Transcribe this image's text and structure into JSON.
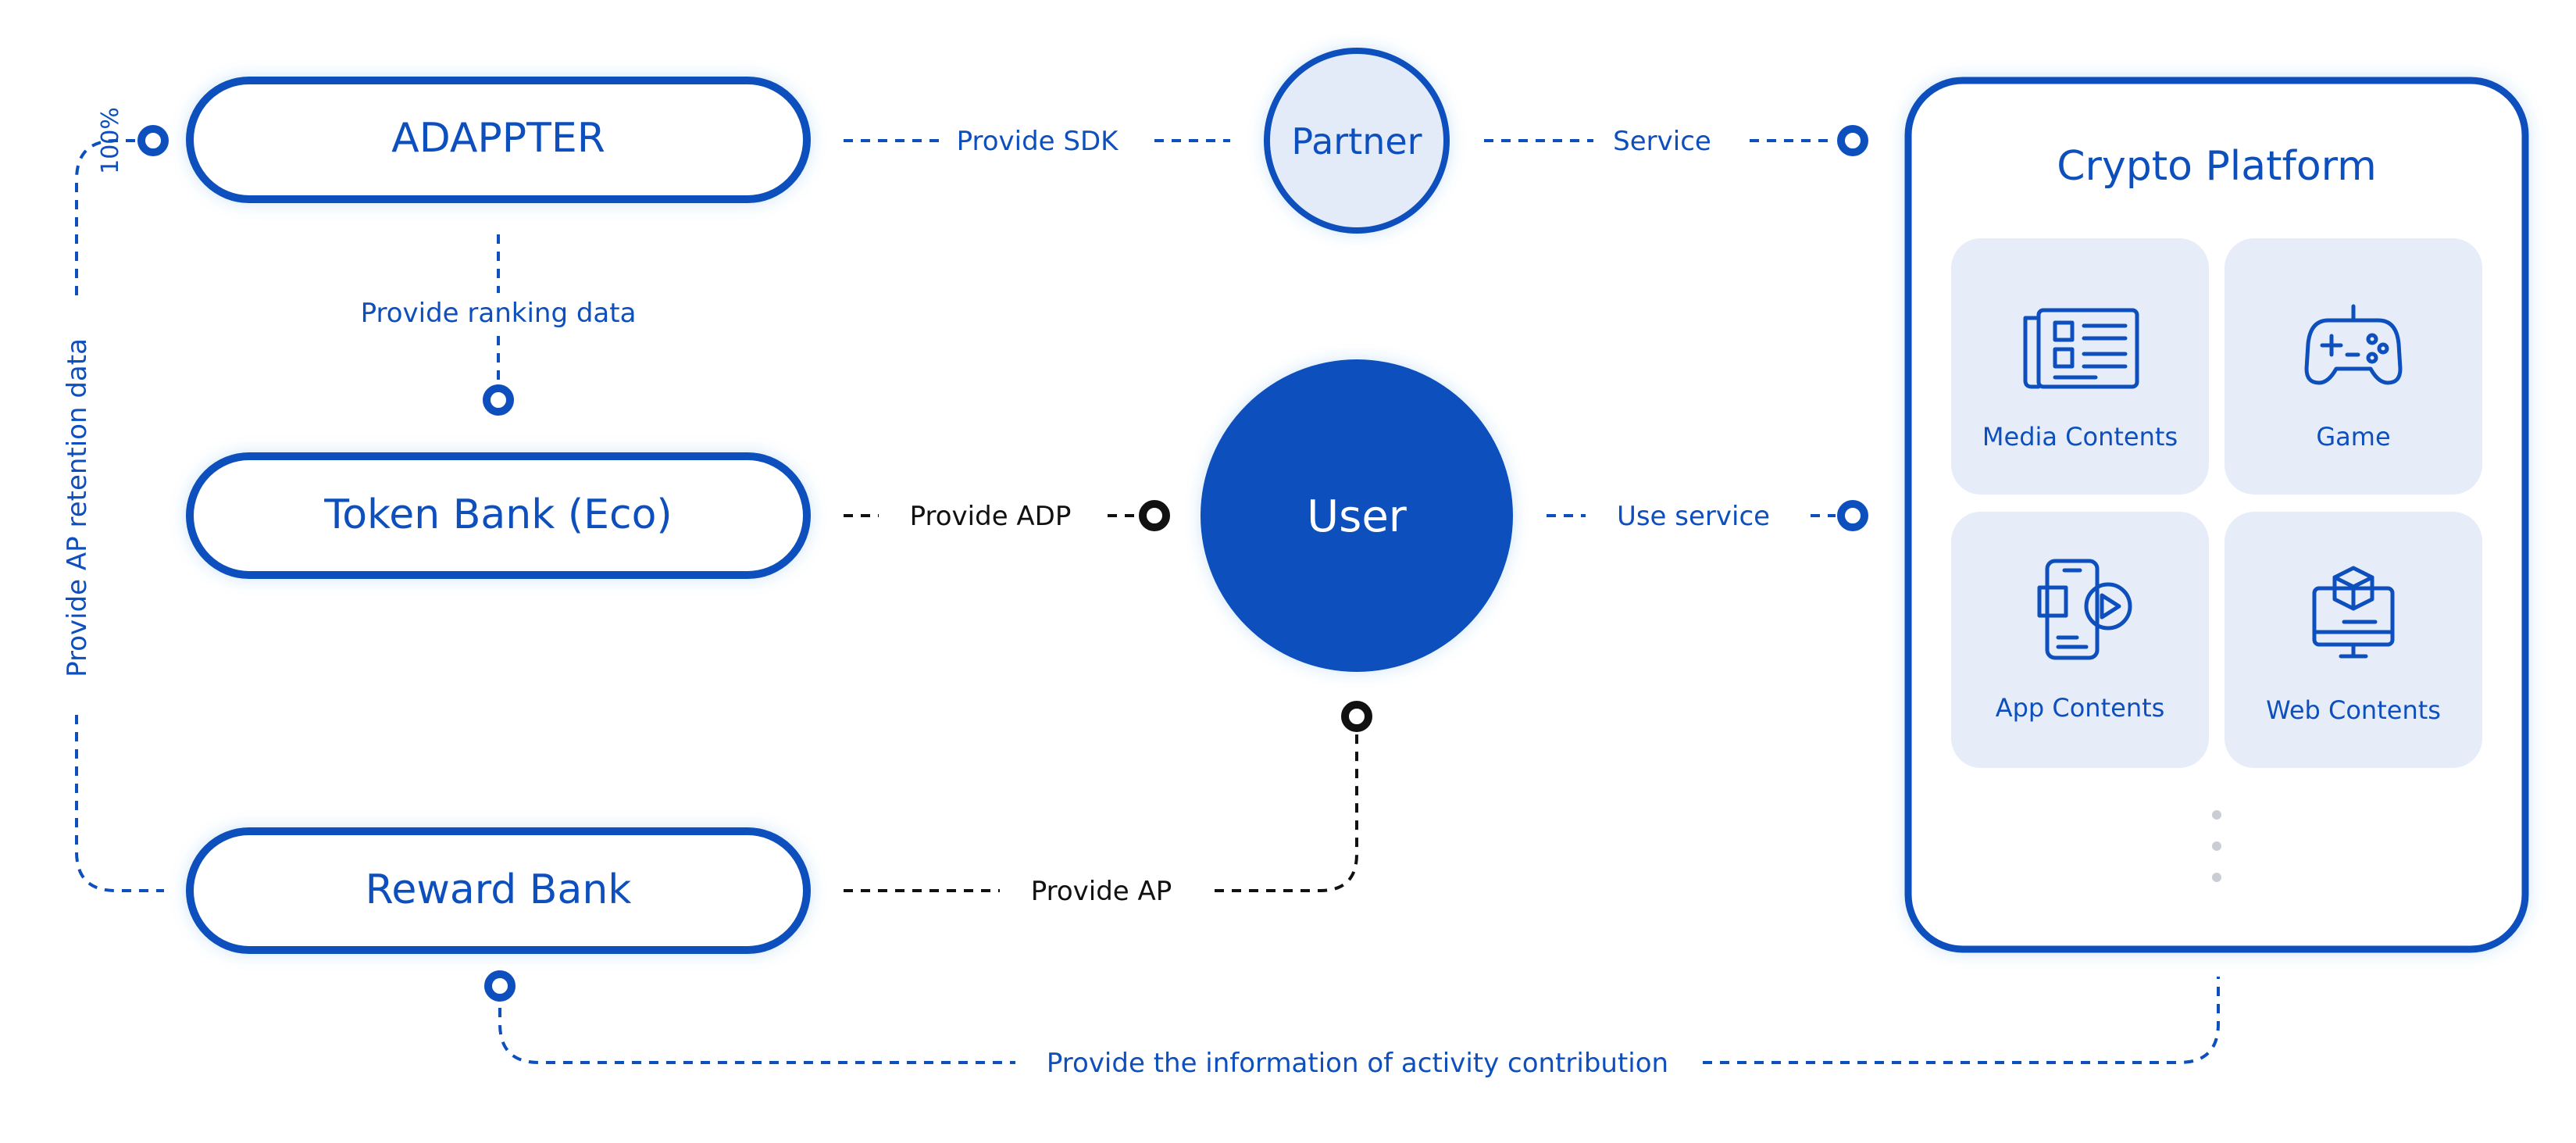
{
  "nodes": {
    "adappter": "ADAPPTER",
    "token_bank": "Token Bank (Eco)",
    "reward_bank": "Reward Bank",
    "partner": "Partner",
    "user": "User"
  },
  "platform": {
    "title": "Crypto Platform",
    "tiles": [
      {
        "label": "Media Contents",
        "icon": "newspaper-icon"
      },
      {
        "label": "Game",
        "icon": "gamepad-icon"
      },
      {
        "label": "App Contents",
        "icon": "mobile-app-icon"
      },
      {
        "label": "Web Contents",
        "icon": "monitor-cube-icon"
      }
    ]
  },
  "edges": {
    "provide_sdk": "Provide SDK",
    "service": "Service",
    "provide_ranking": "Provide ranking data",
    "provide_adp": "Provide ADP",
    "use_service": "Use service",
    "provide_ap": "Provide AP",
    "retention": "Provide AP retention data",
    "percent": "100%",
    "activity": "Provide the information of activity contribution"
  },
  "colors": {
    "primary": "#0d4fbd",
    "tile_bg": "#e6edf8",
    "partner_bg": "#e3ebf8",
    "dark_link": "#111111"
  }
}
